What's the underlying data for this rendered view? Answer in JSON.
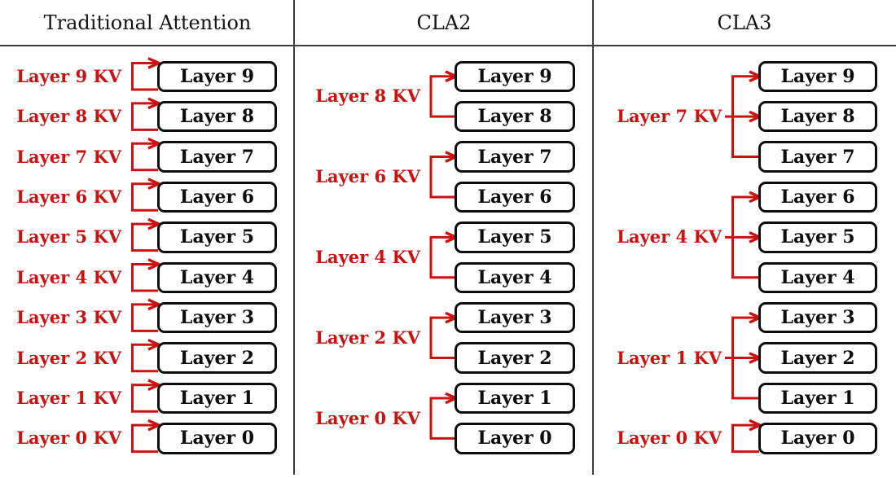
{
  "figure": {
    "columns": [
      {
        "header": "Traditional Attention",
        "scheme": "traditional",
        "boxes": [
          "Layer 9",
          "Layer 8",
          "Layer 7",
          "Layer 6",
          "Layer 5",
          "Layer 4",
          "Layer 3",
          "Layer 2",
          "Layer 1",
          "Layer 0"
        ],
        "kv_groups": [
          {
            "label": "Layer 9 KV",
            "rows": [
              0
            ]
          },
          {
            "label": "Layer 8 KV",
            "rows": [
              1
            ]
          },
          {
            "label": "Layer 7 KV",
            "rows": [
              2
            ]
          },
          {
            "label": "Layer 6 KV",
            "rows": [
              3
            ]
          },
          {
            "label": "Layer 5 KV",
            "rows": [
              4
            ]
          },
          {
            "label": "Layer 4 KV",
            "rows": [
              5
            ]
          },
          {
            "label": "Layer 3 KV",
            "rows": [
              6
            ]
          },
          {
            "label": "Layer 2 KV",
            "rows": [
              7
            ]
          },
          {
            "label": "Layer 1 KV",
            "rows": [
              8
            ]
          },
          {
            "label": "Layer 0 KV",
            "rows": [
              9
            ]
          }
        ]
      },
      {
        "header": "CLA2",
        "scheme": "cla2",
        "boxes": [
          "Layer 9",
          "Layer 8",
          "Layer 7",
          "Layer 6",
          "Layer 5",
          "Layer 4",
          "Layer 3",
          "Layer 2",
          "Layer 1",
          "Layer 0"
        ],
        "kv_groups": [
          {
            "label": "Layer 8 KV",
            "rows": [
              0,
              1
            ]
          },
          {
            "label": "Layer 6 KV",
            "rows": [
              2,
              3
            ]
          },
          {
            "label": "Layer 4 KV",
            "rows": [
              4,
              5
            ]
          },
          {
            "label": "Layer 2 KV",
            "rows": [
              6,
              7
            ]
          },
          {
            "label": "Layer 0 KV",
            "rows": [
              8,
              9
            ]
          }
        ]
      },
      {
        "header": "CLA3",
        "scheme": "cla3",
        "boxes": [
          "Layer 9",
          "Layer 8",
          "Layer 7",
          "Layer 6",
          "Layer 5",
          "Layer 4",
          "Layer 3",
          "Layer 2",
          "Layer 1",
          "Layer 0"
        ],
        "kv_groups": [
          {
            "label": "Layer 7 KV",
            "rows": [
              0,
              1,
              2
            ]
          },
          {
            "label": "Layer 4 KV",
            "rows": [
              3,
              4,
              5
            ]
          },
          {
            "label": "Layer 1 KV",
            "rows": [
              6,
              7,
              8
            ]
          },
          {
            "label": "Layer 0 KV",
            "rows": [
              9
            ]
          }
        ]
      }
    ],
    "colors": {
      "connector_red": "#cc1111",
      "box_border": "#0d0d0d",
      "divider": "#3b3b3b",
      "text": "#141414",
      "background": "#ffffff"
    }
  }
}
